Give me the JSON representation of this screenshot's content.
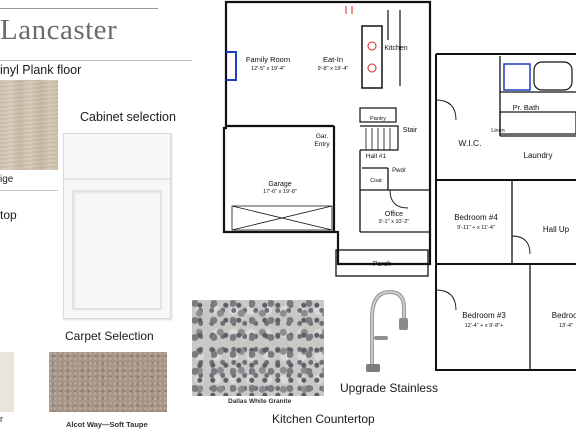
{
  "title": "Lancaster",
  "sections": {
    "flooring_label": "inyl Plank floor",
    "flooring_color": "ige",
    "cabinet_label": "Cabinet selection",
    "countertop_cut": "top",
    "carpet_label": "Carpet Selection",
    "carpet_left_caption": "r",
    "carpet_caption": "Alcot Way—Soft Taupe",
    "granite_caption": "Dallas White Granite",
    "countertop_label": "Kitchen Countertop",
    "faucet_label": "Upgrade Stainless"
  },
  "floorplan": {
    "family_room": "Family Room",
    "family_room_dim": "12'-5\" x 19'-4\"",
    "eat_in": "Eat-In",
    "eat_in_dim": "9'-8\" x 19'-4\"",
    "kitchen": "Kitchen",
    "pantry": "Pantry",
    "gar_entry_1": "Gar.",
    "gar_entry_2": "Entry",
    "stair": "Stair",
    "hall": "Hall #1",
    "garage": "Garage",
    "garage_dim": "17'-6\" x 19'-8\"",
    "coat": "Coat",
    "pwdr": "Pwdr",
    "office": "Office",
    "office_dim": "9'-1\" x 10'-2\"",
    "porch": "Porch",
    "wic": "W.I.C.",
    "pr_bath": "Pr. Bath",
    "linen": "Linen",
    "laundry": "Laundry",
    "bedroom4": "Bedroom #4",
    "bedroom4_dim": "9'-11\" + x 11'-4\"",
    "hall_up": "Hall Up",
    "bedroom3": "Bedroom #3",
    "bedroom3_dim": "12'-4\" + x 9'-8\"+",
    "bedroom2": "Bedroom",
    "bedroom2_dim": "13'-4\""
  }
}
